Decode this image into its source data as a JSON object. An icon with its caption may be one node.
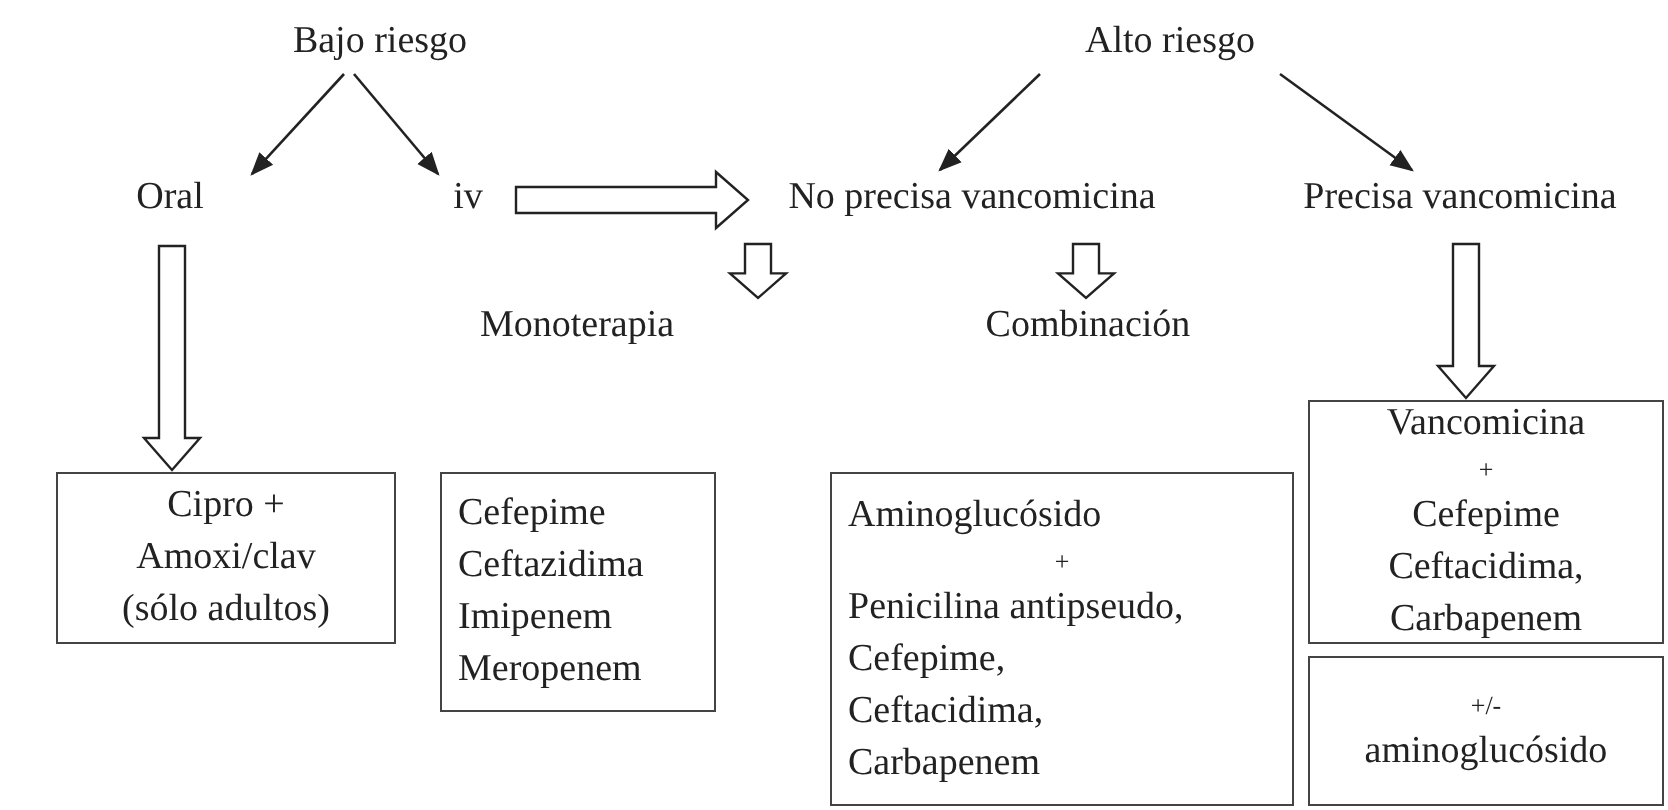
{
  "diagram": {
    "nodes": [
      {
        "text": [
          "Bajo riesgo"
        ]
      },
      {
        "text": [
          "Alto riesgo"
        ]
      },
      {
        "text": [
          "Oral"
        ]
      },
      {
        "text": [
          "iv"
        ]
      },
      {
        "text": [
          "No precisa vancomicina"
        ]
      },
      {
        "text": [
          "Precisa vancomicina"
        ]
      },
      {
        "text": [
          "Monoterapia"
        ]
      },
      {
        "text": [
          "Combinación"
        ]
      },
      {
        "text": [
          "Cipro +",
          "Amoxi/clav",
          "(sólo adultos)"
        ]
      },
      {
        "text": [
          "Cefepime",
          "Ceftazidima",
          "Imipenem",
          "Meropenem"
        ]
      },
      {
        "text": [
          "Aminoglucósido",
          "+",
          "Penicilina antipseudo,",
          "Cefepime,",
          "Ceftacidima,",
          "Carbapenem"
        ]
      },
      {
        "text": [
          "Vancomicina",
          "+",
          "Cefepime",
          "Ceftacidima,",
          "Carbapenem"
        ]
      },
      {
        "text": [
          "+/-",
          "aminoglucósido"
        ]
      }
    ],
    "edges": [
      {
        "from": 0,
        "to": 2,
        "arrow": "to"
      },
      {
        "from": 0,
        "to": 3,
        "arrow": "to"
      },
      {
        "from": 1,
        "to": 4,
        "arrow": "to"
      },
      {
        "from": 1,
        "to": 5,
        "arrow": "to"
      },
      {
        "from": 3,
        "to": 4,
        "arrow": "to",
        "style": "thick"
      },
      {
        "from": 2,
        "to": 8,
        "arrow": "to",
        "style": "thick"
      },
      {
        "from": 4,
        "to": 6,
        "arrow": "to",
        "style": "thick"
      },
      {
        "from": 4,
        "to": 7,
        "arrow": "to",
        "style": "thick"
      },
      {
        "from": 5,
        "to": 11,
        "arrow": "to",
        "style": "thick"
      }
    ]
  }
}
